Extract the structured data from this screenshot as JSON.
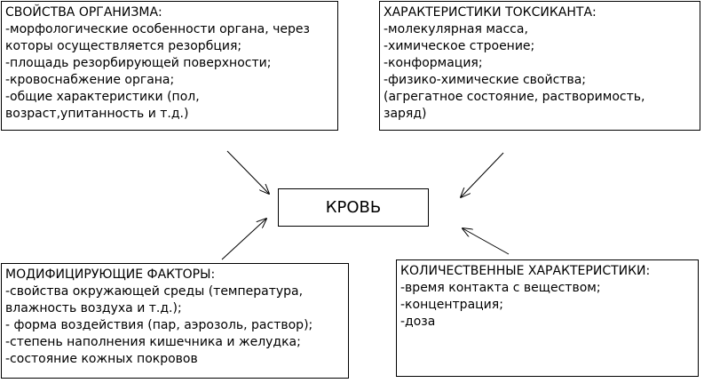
{
  "center": {
    "label": "КРОВЬ"
  },
  "organism_properties": {
    "title": "СВОЙСТВА ОРГАНИЗМА:",
    "lines": [
      "-морфологические особенности органа, через",
      "которы  осуществляется резорбция;",
      "-площадь резорбирующей поверхности;",
      "-кровоснабжение органа;",
      "-общие характеристики (пол,",
      "возраст,упитанность и т.д.)"
    ]
  },
  "toxicant_characteristics": {
    "title": "ХАРАКТЕРИСТИКИ ТОКСИКАНТА:",
    "lines": [
      "-молекулярная масса,",
      "-химическое строение;",
      "-конформация;",
      "-физико-химические свойства;",
      "(агрегатное состояние, растворимость,",
      "заряд)"
    ]
  },
  "modifying_factors": {
    "title": "МОДИФИЦИРУЮЩИЕ ФАКТОРЫ:",
    "lines": [
      "-свойства окружающей среды (температура,",
      "влажность воздуха и т.д.);",
      "- форма воздействия (пар, аэрозоль, раствор);",
      "-степень наполнения кишечника и желудка;",
      "-состояние кожных покровов"
    ]
  },
  "quantitative_characteristics": {
    "title": "КОЛИЧЕСТВЕННЫЕ ХАРАКТЕРИСТИКИ:",
    "lines": [
      "-время контакта с веществом;",
      "-концентрация;",
      "-доза"
    ]
  }
}
